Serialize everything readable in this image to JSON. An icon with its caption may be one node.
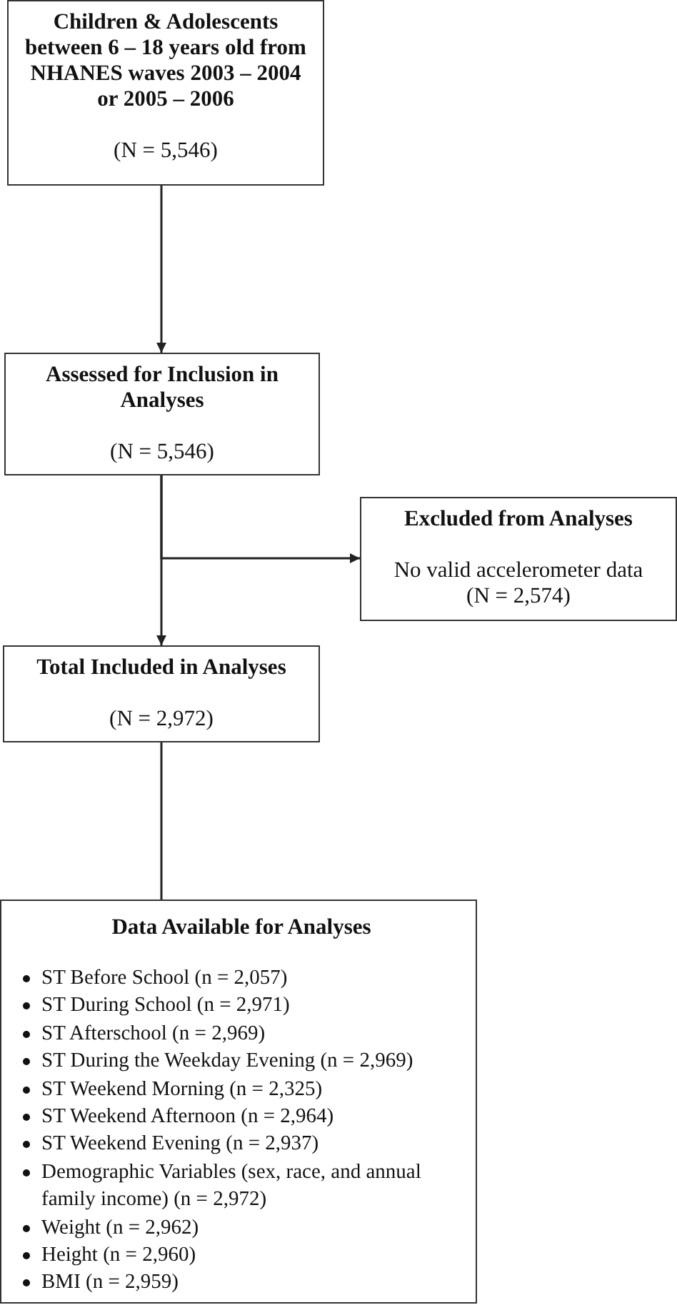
{
  "diagram": {
    "nodes": [
      {
        "text": [
          "Children & Adolescents between 6 – 18 years old from NHANES waves 2003 – 2004 or 2005 – 2006",
          "(N = 5,546)"
        ]
      },
      {
        "text": [
          "Assessed for Inclusion in Analyses",
          "(N = 5,546)"
        ]
      },
      {
        "text": [
          "Excluded from Analyses",
          "No valid accelerometer data",
          "(N = 2,574)"
        ]
      },
      {
        "text": [
          "Total Included in Analyses",
          "(N = 2,972)"
        ]
      },
      {
        "text": [
          "Data Available for Analyses",
          "ST Before School (n = 2,057)",
          "ST During School (n = 2,971)",
          "ST Afterschool (n = 2,969)",
          "ST During the Weekday Evening (n = 2,969)",
          "ST Weekend Morning (n = 2,325)",
          "ST Weekend Afternoon (n = 2,964)",
          "ST Weekend Evening (n = 2,937)",
          "Demographic Variables (sex, race, and annual family income) (n = 2,972)",
          "Weight (n = 2,962)",
          "Height (n = 2,960)",
          "BMI (n = 2,959)"
        ]
      }
    ],
    "edges": [
      {
        "from": 0,
        "to": 1,
        "arrow": "to"
      },
      {
        "from": 1,
        "to": 3,
        "arrow": "to"
      },
      {
        "from": 1,
        "to": 2,
        "arrow": "to"
      },
      {
        "from": 3,
        "to": 4,
        "arrow": "none"
      }
    ]
  }
}
